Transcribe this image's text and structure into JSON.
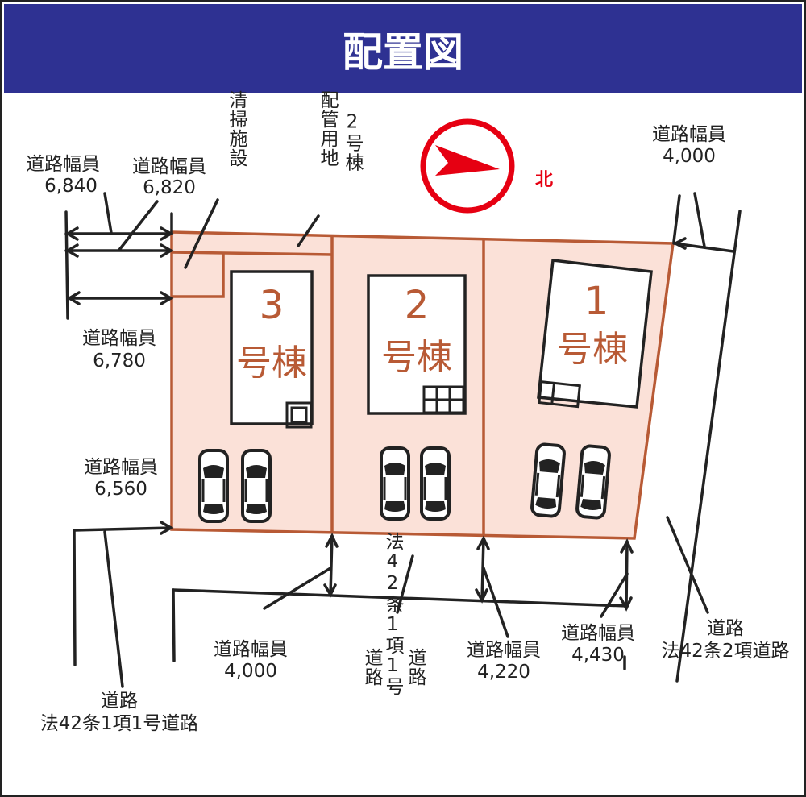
{
  "header": {
    "title": "配置図",
    "bg_color": "#2e3192"
  },
  "compass": {
    "label": "北",
    "color": "#e60012"
  },
  "buildings": [
    {
      "number": "3",
      "suffix": "号棟"
    },
    {
      "number": "2",
      "suffix": "号棟"
    },
    {
      "number": "1",
      "suffix": "号棟"
    }
  ],
  "facilities": {
    "cleaning": "清掃施設",
    "piping": "配管用地",
    "piping_owner": "2号棟"
  },
  "road_widths": [
    {
      "label": "道路幅員",
      "value": "6,840"
    },
    {
      "label": "道路幅員",
      "value": "6,820"
    },
    {
      "label": "道路幅員",
      "value": "6,780"
    },
    {
      "label": "道路幅員",
      "value": "6,560"
    },
    {
      "label": "道路幅員",
      "value": "4,000"
    },
    {
      "label": "道路幅員",
      "value": "4,000"
    },
    {
      "label": "道路幅員",
      "value": "4,220"
    },
    {
      "label": "道路幅員",
      "value": "4,430"
    }
  ],
  "roads": {
    "left": {
      "line1": "道路",
      "line2": "法42条1項1号道路"
    },
    "bottom": {
      "law": "法42条1項1号",
      "left": "道路",
      "right": "道路"
    },
    "right": {
      "line1": "道路",
      "line2": "法42条2項道路"
    }
  },
  "colors": {
    "lot_fill": "#fbe1d8",
    "lot_stroke": "#b85a35"
  }
}
